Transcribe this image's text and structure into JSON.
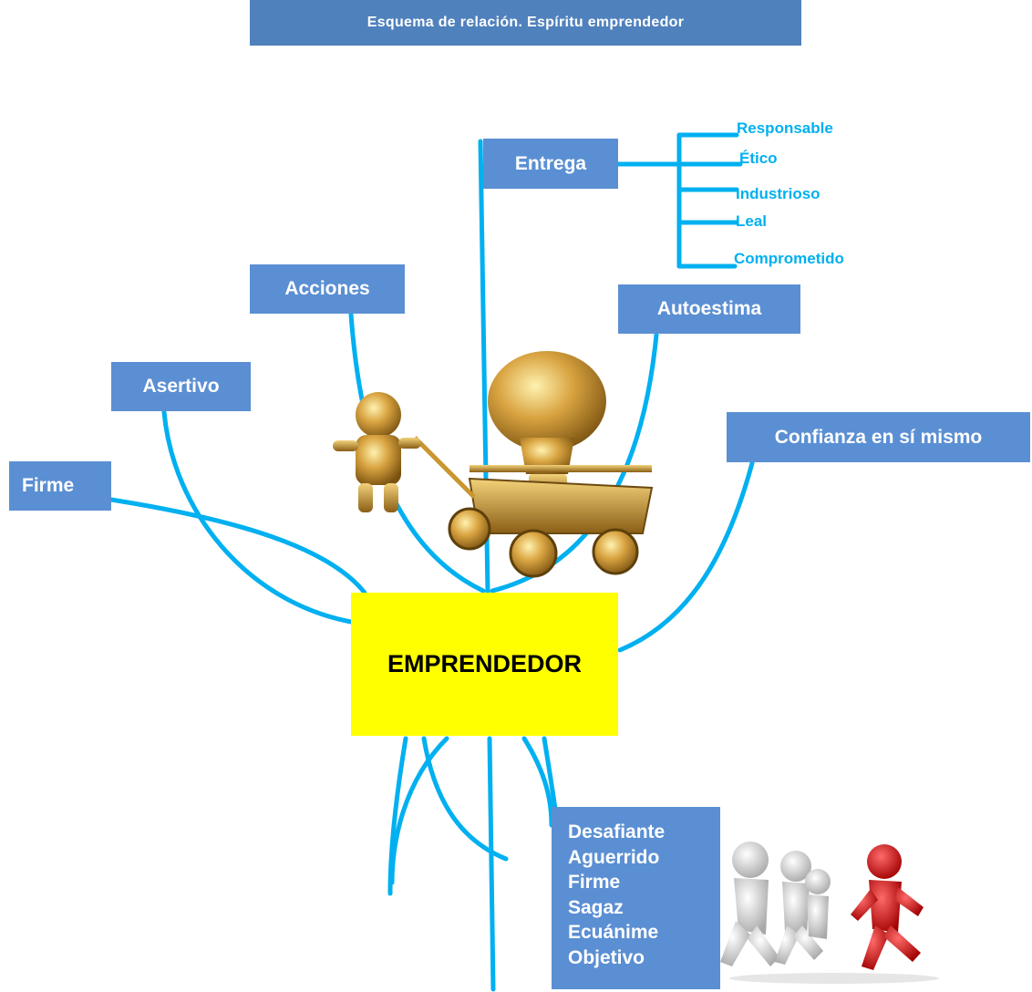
{
  "title": "Esquema de relación.   Espíritu emprendedor",
  "center": "EMPRENDEDOR",
  "nodes": {
    "entrega": "Entrega",
    "acciones": "Acciones",
    "autoestima": "Autoestima",
    "asertivo": "Asertivo",
    "confianza": "Confianza en sí mismo",
    "firme": "Firme"
  },
  "entrega_traits": [
    "Responsable",
    "Ético",
    "Industrioso",
    "Leal",
    "Comprometido"
  ],
  "bottom_list": [
    "Desafiante",
    "Aguerrido",
    "Firme",
    "Sagaz",
    "Ecuánime",
    "Objetivo"
  ],
  "colors": {
    "box": "#5b8fd3",
    "line": "#00b0f0",
    "center": "#ffff00",
    "title": "#4f81bd"
  },
  "images": [
    "golden-figure-pulling-cart-with-lightbulb",
    "3d-figures-running-red-leader"
  ]
}
